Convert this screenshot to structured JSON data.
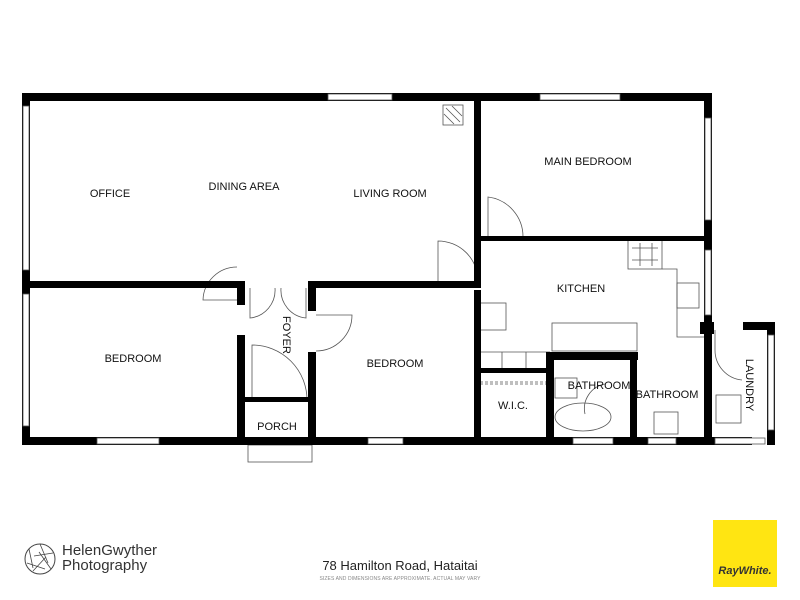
{
  "rooms": {
    "office": "OFFICE",
    "dining": "DINING AREA",
    "living": "LIVING ROOM",
    "main_bedroom": "MAIN BEDROOM",
    "kitchen": "KITCHEN",
    "bedroom1": "BEDROOM",
    "foyer": "FOYER",
    "bedroom2": "BEDROOM",
    "porch": "PORCH",
    "wic": "W.I.C.",
    "bathroom1": "BATHROOM",
    "bathroom2": "BATHROOM",
    "laundry": "LAUNDRY"
  },
  "footer": {
    "photographer_line1": "HelenGwyther",
    "photographer_line2": "Photography",
    "address": "78 Hamilton Road, Hataitai",
    "disclaimer": "SIZES AND DIMENSIONS ARE APPROXIMATE. ACTUAL MAY VARY",
    "agency": "RayWhite.",
    "agency_color": "#ffe512"
  }
}
